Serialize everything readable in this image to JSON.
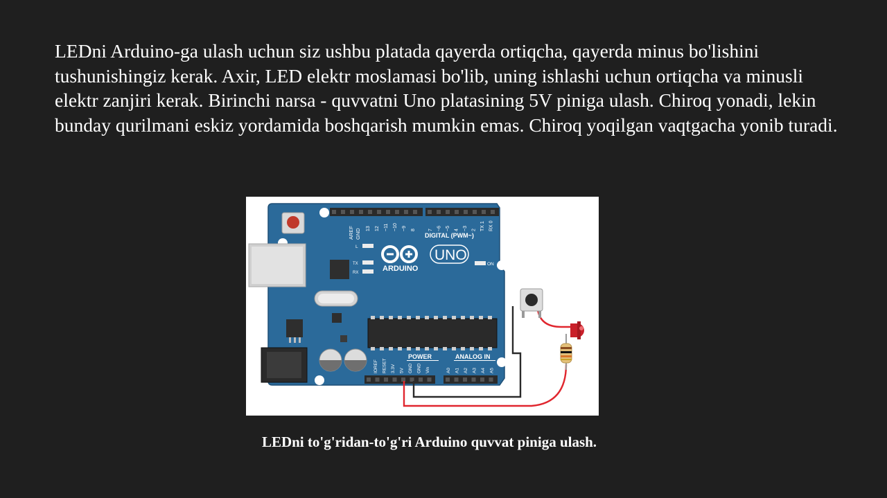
{
  "slide": {
    "paragraph": "LEDni Arduino-ga ulash uchun siz ushbu platada qayerda ortiqcha, qayerda minus bo'lishini tushunishingiz kerak. Axir, LED elektr moslamasi bo'lib, uning ishlashi uchun ortiqcha va minusli elektr zanjiri kerak. Birinchi narsa - quvvatni Uno platasining 5V piniga ulash. Chiroq yonadi, lekin bunday qurilmani eskiz yordamida boshqarish mumkin emas. Chiroq yoqilgan vaqtgacha yonib turadi.",
    "caption": "LEDni to'g'ridan-to'g'ri Arduino quvvat piniga ulash."
  },
  "board": {
    "brand": "ARDUINO",
    "model": "UNO",
    "digital_label": "DIGITAL (PWM~)",
    "power_label": "POWER",
    "analog_label": "ANALOG IN",
    "on_label": "ON",
    "l_label": "L",
    "tx_label": "TX",
    "rx_label": "RX",
    "aref_label": "AREF",
    "gnd_label": "GND",
    "digital_pins": [
      "13",
      "12",
      "~11",
      "~10",
      "~9",
      "8",
      "7",
      "~6",
      "~5",
      "4",
      "~3",
      "2",
      "TX 1",
      "RX 0"
    ],
    "power_pins": [
      "IOREF",
      "RESET",
      "3.3V",
      "5V",
      "GND",
      "GND",
      "Vin"
    ],
    "analog_pins": [
      "A0",
      "A1",
      "A2",
      "A3",
      "A4",
      "A5"
    ]
  },
  "colors": {
    "background": "#1f1f1f",
    "board": "#2b6a9a",
    "wire_red": "#e0262e",
    "wire_black": "#2a2a2a",
    "led": "#c9202a"
  }
}
